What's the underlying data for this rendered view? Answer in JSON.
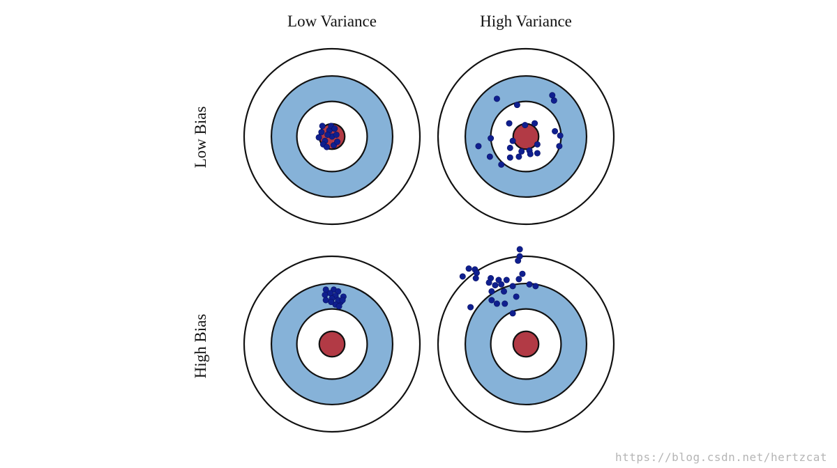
{
  "labels": {
    "col_low_variance": "Low Variance",
    "col_high_variance": "High Variance",
    "row_low_bias": "Low Bias",
    "row_high_bias": "High Bias"
  },
  "watermark": "https://blog.csdn.net/hertzcat",
  "colors": {
    "outer_ring": "#ffffff",
    "middle_ring": "#86b2d8",
    "inner_ring": "#ffffff",
    "bullseye": "#b23a45",
    "dot": "#0f1f8f",
    "stroke": "#111111"
  },
  "targets": [
    {
      "id": "low-bias-low-variance",
      "points": [
        [
          -0.12,
          -0.05
        ],
        [
          -0.08,
          0.05
        ],
        [
          -0.03,
          -0.07
        ],
        [
          0.0,
          0.0
        ],
        [
          0.05,
          -0.02
        ],
        [
          -0.1,
          0.09
        ],
        [
          -0.06,
          0.12
        ],
        [
          0.02,
          0.1
        ],
        [
          -0.11,
          -0.12
        ],
        [
          -0.01,
          -0.12
        ],
        [
          0.06,
          0.06
        ],
        [
          -0.15,
          0.01
        ],
        [
          -0.05,
          -0.02
        ],
        [
          0.03,
          -0.09
        ]
      ]
    },
    {
      "id": "low-bias-high-variance",
      "points": [
        [
          -0.33,
          -0.43
        ],
        [
          0.3,
          -0.47
        ],
        [
          0.32,
          -0.41
        ],
        [
          -0.1,
          -0.36
        ],
        [
          -0.19,
          -0.15
        ],
        [
          -0.01,
          -0.13
        ],
        [
          0.1,
          -0.15
        ],
        [
          0.33,
          -0.06
        ],
        [
          0.39,
          -0.01
        ],
        [
          -0.15,
          0.05
        ],
        [
          -0.54,
          0.11
        ],
        [
          -0.4,
          0.02
        ],
        [
          0.13,
          0.09
        ],
        [
          0.38,
          0.11
        ],
        [
          -0.18,
          0.13
        ],
        [
          -0.05,
          0.17
        ],
        [
          0.04,
          0.16
        ],
        [
          -0.41,
          0.23
        ],
        [
          -0.18,
          0.24
        ],
        [
          0.05,
          0.2
        ],
        [
          0.13,
          0.19
        ],
        [
          -0.28,
          0.32
        ],
        [
          -0.08,
          0.23
        ]
      ]
    },
    {
      "id": "high-bias-low-variance",
      "points": [
        [
          -0.07,
          -0.62
        ],
        [
          0.02,
          -0.62
        ],
        [
          0.07,
          -0.6
        ],
        [
          -0.08,
          -0.56
        ],
        [
          -0.02,
          -0.58
        ],
        [
          0.04,
          -0.55
        ],
        [
          0.13,
          -0.54
        ],
        [
          0.1,
          -0.48
        ],
        [
          -0.07,
          -0.5
        ],
        [
          0.0,
          -0.52
        ],
        [
          0.07,
          -0.5
        ],
        [
          0.04,
          -0.45
        ],
        [
          0.08,
          -0.43
        ],
        [
          -0.01,
          -0.48
        ],
        [
          0.12,
          -0.5
        ]
      ]
    },
    {
      "id": "high-bias-high-variance",
      "points": [
        [
          -0.07,
          -1.08
        ],
        [
          -0.07,
          -1.0
        ],
        [
          -0.09,
          -0.95
        ],
        [
          -0.65,
          -0.86
        ],
        [
          -0.58,
          -0.85
        ],
        [
          -0.56,
          -0.81
        ],
        [
          -0.57,
          -0.75
        ],
        [
          -0.72,
          -0.77
        ],
        [
          -0.4,
          -0.75
        ],
        [
          -0.31,
          -0.73
        ],
        [
          -0.22,
          -0.73
        ],
        [
          -0.04,
          -0.8
        ],
        [
          -0.08,
          -0.74
        ],
        [
          -0.42,
          -0.7
        ],
        [
          -0.35,
          -0.67
        ],
        [
          -0.28,
          -0.68
        ],
        [
          -0.15,
          -0.66
        ],
        [
          -0.39,
          -0.6
        ],
        [
          -0.25,
          -0.6
        ],
        [
          0.04,
          -0.68
        ],
        [
          0.11,
          -0.66
        ],
        [
          -0.11,
          -0.54
        ],
        [
          -0.39,
          -0.5
        ],
        [
          -0.33,
          -0.46
        ],
        [
          -0.63,
          -0.42
        ],
        [
          -0.24,
          -0.46
        ],
        [
          -0.15,
          -0.35
        ]
      ]
    }
  ]
}
